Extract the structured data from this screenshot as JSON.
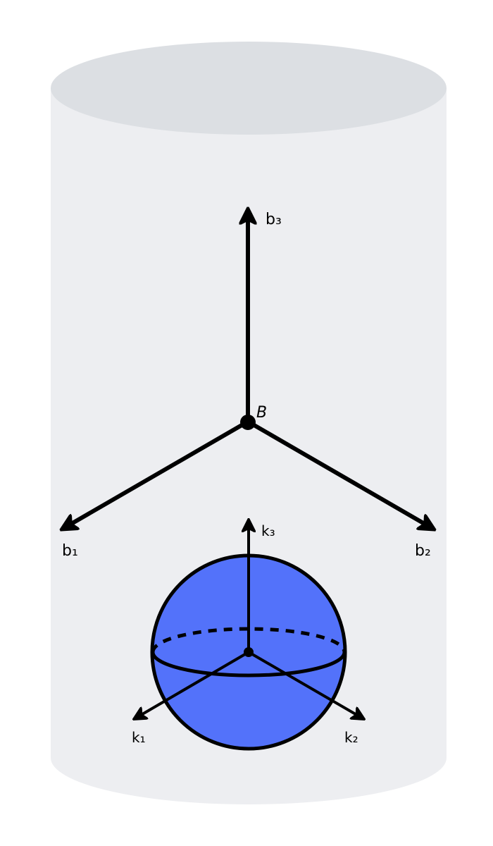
{
  "colors": {
    "background": "#ffffff",
    "cylinder_body": "#edeef1",
    "cylinder_top": "#dcdfe3",
    "sphere_fill": "#5372fa",
    "stroke": "#000000"
  },
  "body_frame": {
    "origin_label": "B",
    "axes": [
      {
        "id": "b1",
        "label": "b₁"
      },
      {
        "id": "b2",
        "label": "b₂"
      },
      {
        "id": "b3",
        "label": "b₃"
      }
    ]
  },
  "sphere_frame": {
    "axes": [
      {
        "id": "k1",
        "label": "k₁"
      },
      {
        "id": "k2",
        "label": "k₂"
      },
      {
        "id": "k3",
        "label": "k₃"
      }
    ]
  }
}
